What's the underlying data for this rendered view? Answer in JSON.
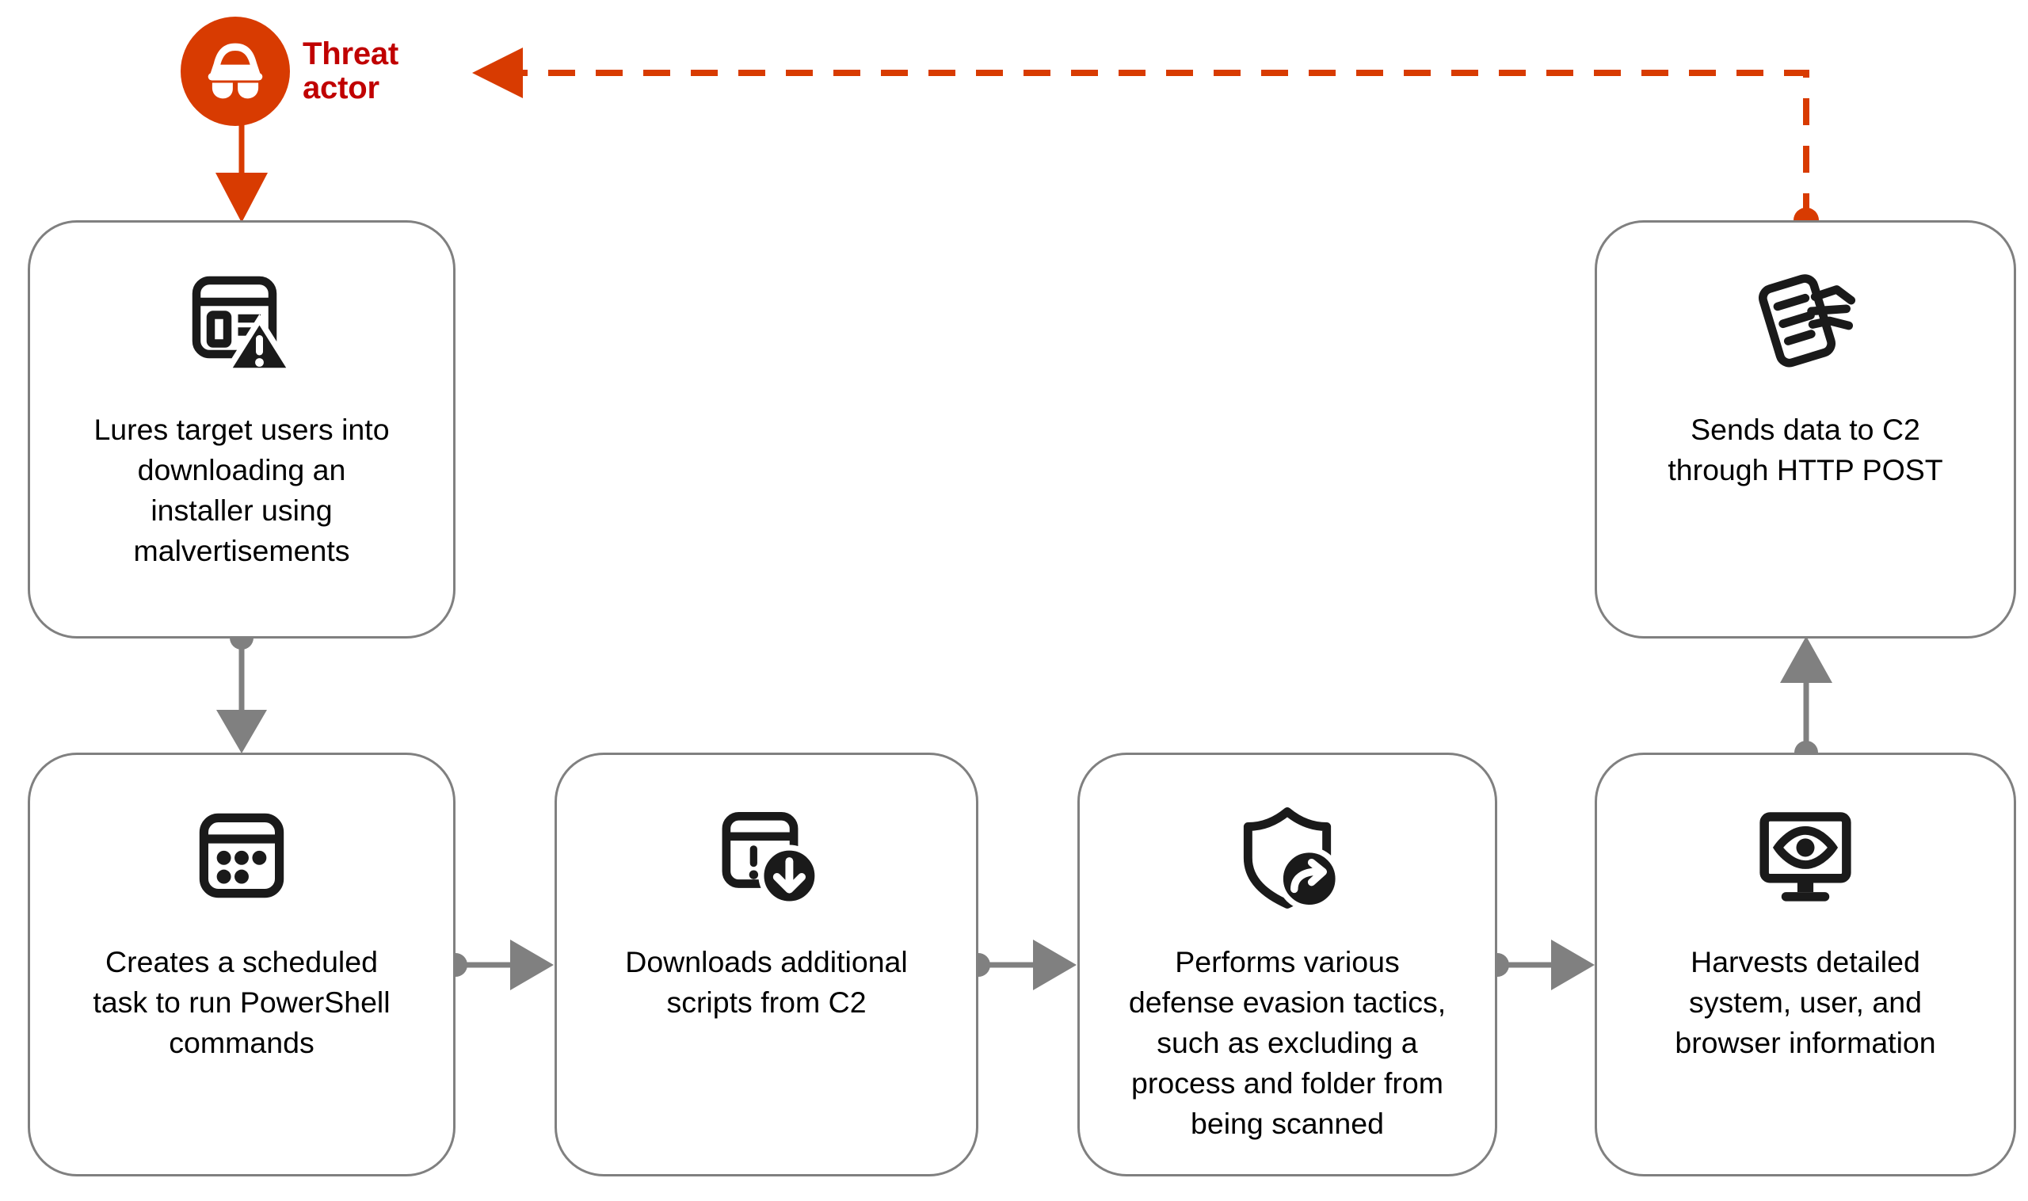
{
  "colors": {
    "threat_actor_badge": "#D83B01",
    "threat_actor_text": "#C00000",
    "orange_arrow": "#D83B01",
    "gray_connector": "#808080",
    "card_border": "#808080",
    "icon": "#1A1A1A",
    "background": "#FFFFFF"
  },
  "threat_actor": {
    "label": "Threat\nactor",
    "icon": "spy-incognito-icon"
  },
  "steps": [
    {
      "id": "lures-target-users",
      "position": "top-left",
      "icon": "browser-window-warning-icon",
      "label": "Lures target users into\ndownloading an\ninstaller using\nmalvertisements"
    },
    {
      "id": "creates-scheduled-task",
      "position": "bottom-1",
      "icon": "scheduled-task-calendar-icon",
      "label": "Creates a scheduled\ntask to run PowerShell\ncommands"
    },
    {
      "id": "downloads-additional-scripts",
      "position": "bottom-2",
      "icon": "window-alert-download-icon",
      "label": "Downloads additional\nscripts from C2"
    },
    {
      "id": "defense-evasion",
      "position": "bottom-3",
      "icon": "shield-bypass-arrow-icon",
      "label": "Performs various\ndefense evasion tactics,\nsuch as excluding a\nprocess and folder from\nbeing scanned"
    },
    {
      "id": "harvests-information",
      "position": "bottom-4",
      "icon": "monitor-eye-surveillance-icon",
      "label": "Harvests detailed\nsystem, user, and\nbrowser information"
    },
    {
      "id": "sends-data-to-c2",
      "position": "top-right",
      "icon": "document-send-hand-icon",
      "label": "Sends data to C2\nthrough HTTP POST"
    }
  ],
  "connectors": [
    {
      "id": "threat-actor-to-lures",
      "style": "solid",
      "color": "#D83B01",
      "from": "threat-actor",
      "to": "lures-target-users",
      "direction": "down"
    },
    {
      "id": "lures-to-scheduled-task",
      "style": "solid",
      "color": "#808080",
      "from": "lures-target-users",
      "to": "creates-scheduled-task",
      "direction": "down"
    },
    {
      "id": "scheduled-task-to-downloads",
      "style": "solid",
      "color": "#808080",
      "from": "creates-scheduled-task",
      "to": "downloads-additional-scripts",
      "direction": "right"
    },
    {
      "id": "downloads-to-evasion",
      "style": "solid",
      "color": "#808080",
      "from": "downloads-additional-scripts",
      "to": "defense-evasion",
      "direction": "right"
    },
    {
      "id": "evasion-to-harvests",
      "style": "solid",
      "color": "#808080",
      "from": "defense-evasion",
      "to": "harvests-information",
      "direction": "right"
    },
    {
      "id": "harvests-to-sends-data",
      "style": "solid",
      "color": "#808080",
      "from": "harvests-information",
      "to": "sends-data-to-c2",
      "direction": "up"
    },
    {
      "id": "sends-data-to-threat-actor",
      "style": "dashed",
      "color": "#D83B01",
      "from": "sends-data-to-c2",
      "to": "threat-actor",
      "direction": "left"
    }
  ]
}
